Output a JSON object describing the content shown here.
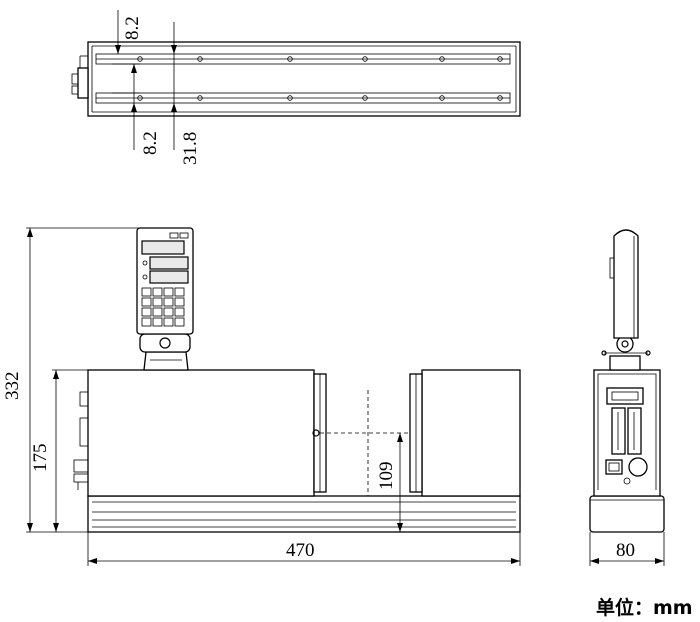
{
  "dimensions": {
    "top_gap_upper": "8.2",
    "top_gap_lower": "8.2",
    "top_offset": "31.8",
    "total_height": "332",
    "body_height": "175",
    "axis_height": "109",
    "length": "470",
    "width": "80"
  },
  "unit_label": "单位：mm"
}
